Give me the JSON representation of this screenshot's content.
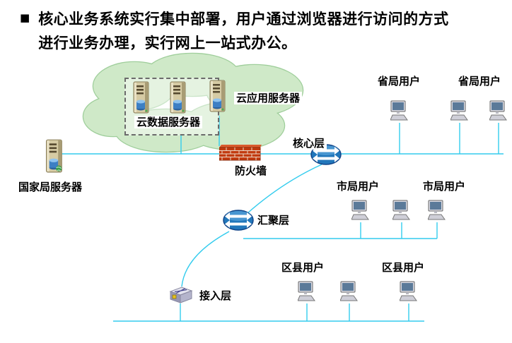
{
  "bullet": {
    "marker": "■",
    "line1": "核心业务系统实行集中部署，用户通过浏览器进行访问的方式",
    "line2": "进行业务办理，实行网上一站式办公。"
  },
  "labels": {
    "cloud_data_server": "云数据服务器",
    "cloud_app_server": "云应用服务器",
    "national_server": "国家局服务器",
    "firewall": "防火墙",
    "core_layer": "核心层",
    "aggregation_layer": "汇聚层",
    "access_layer": "接入层"
  },
  "users": {
    "provincial": [
      "省局用户",
      "省局用户"
    ],
    "city": [
      "市局用户",
      "市局用户"
    ],
    "district": [
      "区县用户",
      "区县用户"
    ]
  },
  "colors": {
    "connector_line": "#33ccee",
    "cloud_fill": "#cfe9c8",
    "cloud_stroke": "#9fce9b",
    "router_blue": "#2277bb",
    "firewall_red": "#c23a0f",
    "server_beige": "#d6cba4"
  }
}
